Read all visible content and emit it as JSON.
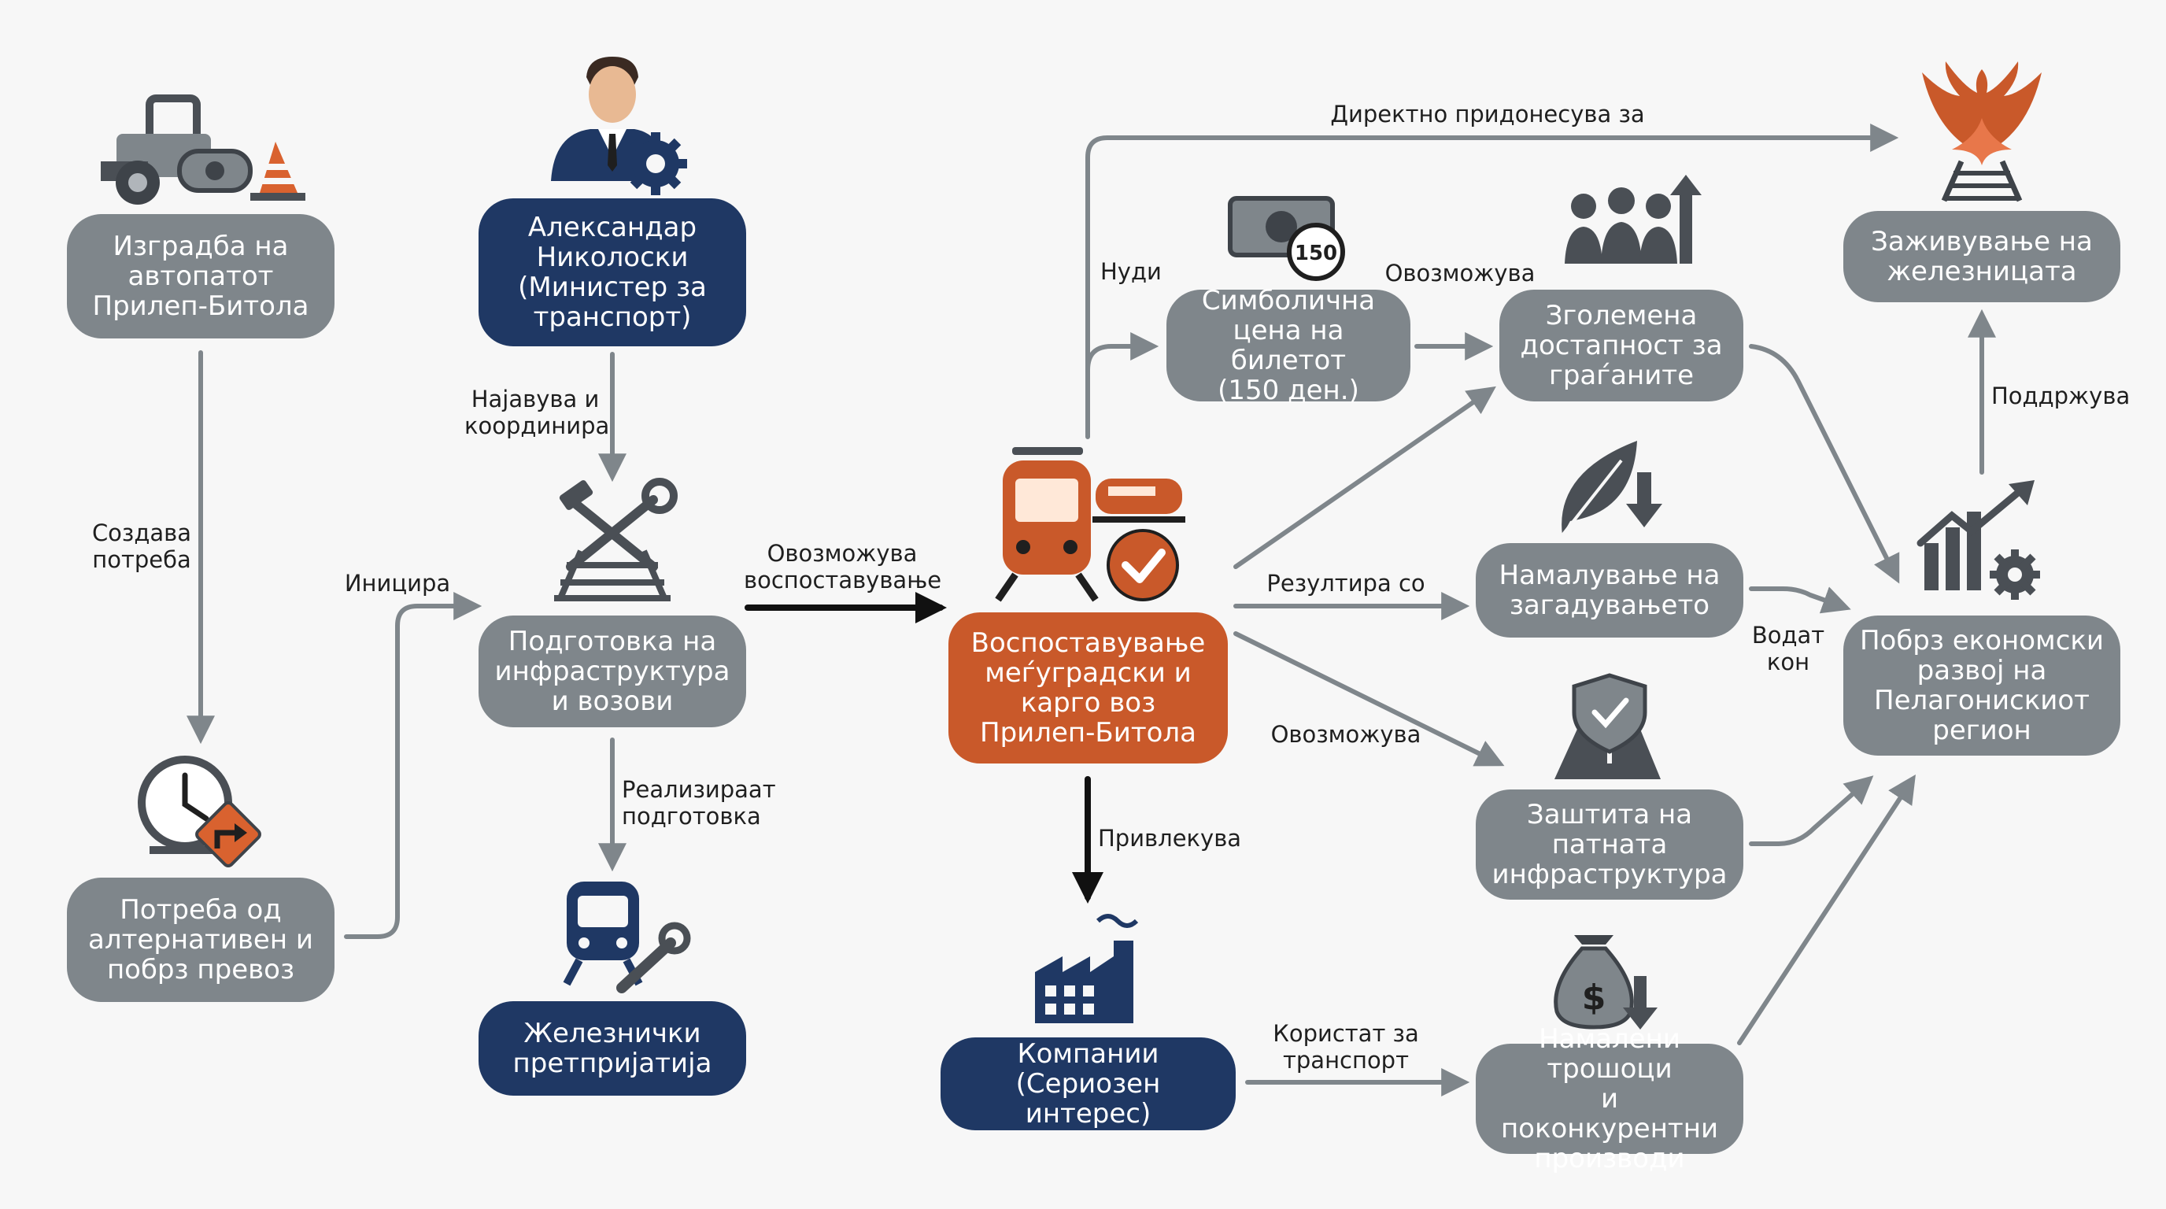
{
  "colors": {
    "gray_node": "#7f868b",
    "navy_node": "#1f3864",
    "orange_node": "#c9592a",
    "arrow_gray": "#7f868b",
    "arrow_dark": "#111111",
    "background": "#f7f7f7"
  },
  "nodes": {
    "highway": "Изградба на\nавтопатот\nПрилеп-Битола",
    "need": "Потреба од\nалтернативен и\nпобрз превоз",
    "minister": "Александар\nНиколоски\n(Министер за\nтранспорт)",
    "preparation": "Подготовка на\nинфраструктура\nи возови",
    "railway_companies": "Железнички\nпретпријатија",
    "train": "Воспоставување\nмеѓуградски и\nкарго воз\nПрилеп-Битола",
    "companies": "Компании\n(Сериозен интерес)",
    "ticket": "Симболична\nцена на билетот\n(150 ден.)",
    "accessibility": "Зголемена\nдостапност за\nграѓаните",
    "pollution": "Намалување на\nзагадувањето",
    "road_protection": "Заштита на\nпатната\nинфраструктура",
    "costs": "Намалени трошоци\nи поконкурентни\nпроизводи",
    "revival": "Заживување на\nжелезницата",
    "development": "Побрз економски\nразвој на\nПелагонискиот\nрегион"
  },
  "edge_labels": {
    "creates_need": "Создава\nпотреба",
    "initiates": "Иницира",
    "announces": "Најавува и\nкоординира",
    "realize": "Реализираат\nподготовка",
    "enables_establishment": "Овозможува\nвоспоставување",
    "attracts": "Привлекува",
    "offers": "Нуди",
    "direct": "Директно придонесува за",
    "enables_top": "Овозможува",
    "results": "Резултира со",
    "enables_bottom": "Овозможува",
    "use_transport": "Користат за\nтранспорт",
    "lead_to": "Водат\nкон",
    "supports": "Поддржува"
  },
  "icons": {
    "roller": "road-roller-icon",
    "cone": "traffic-cone-icon",
    "clock": "clock-icon",
    "detour": "detour-sign-icon",
    "person": "minister-person-icon",
    "gear": "gear-icon",
    "tools": "tools-track-icon",
    "train_wrench": "train-wrench-icon",
    "train_check": "train-check-icon",
    "factory": "factory-icon",
    "money": "banknote-coin-icon",
    "coin_value": "150",
    "people": "people-growth-icon",
    "leaf": "leaf-down-icon",
    "shield": "shield-road-icon",
    "moneybag": "money-bag-down-icon",
    "moneybag_symbol": "$",
    "growth": "growth-chart-icon",
    "phoenix": "phoenix-rail-icon"
  }
}
